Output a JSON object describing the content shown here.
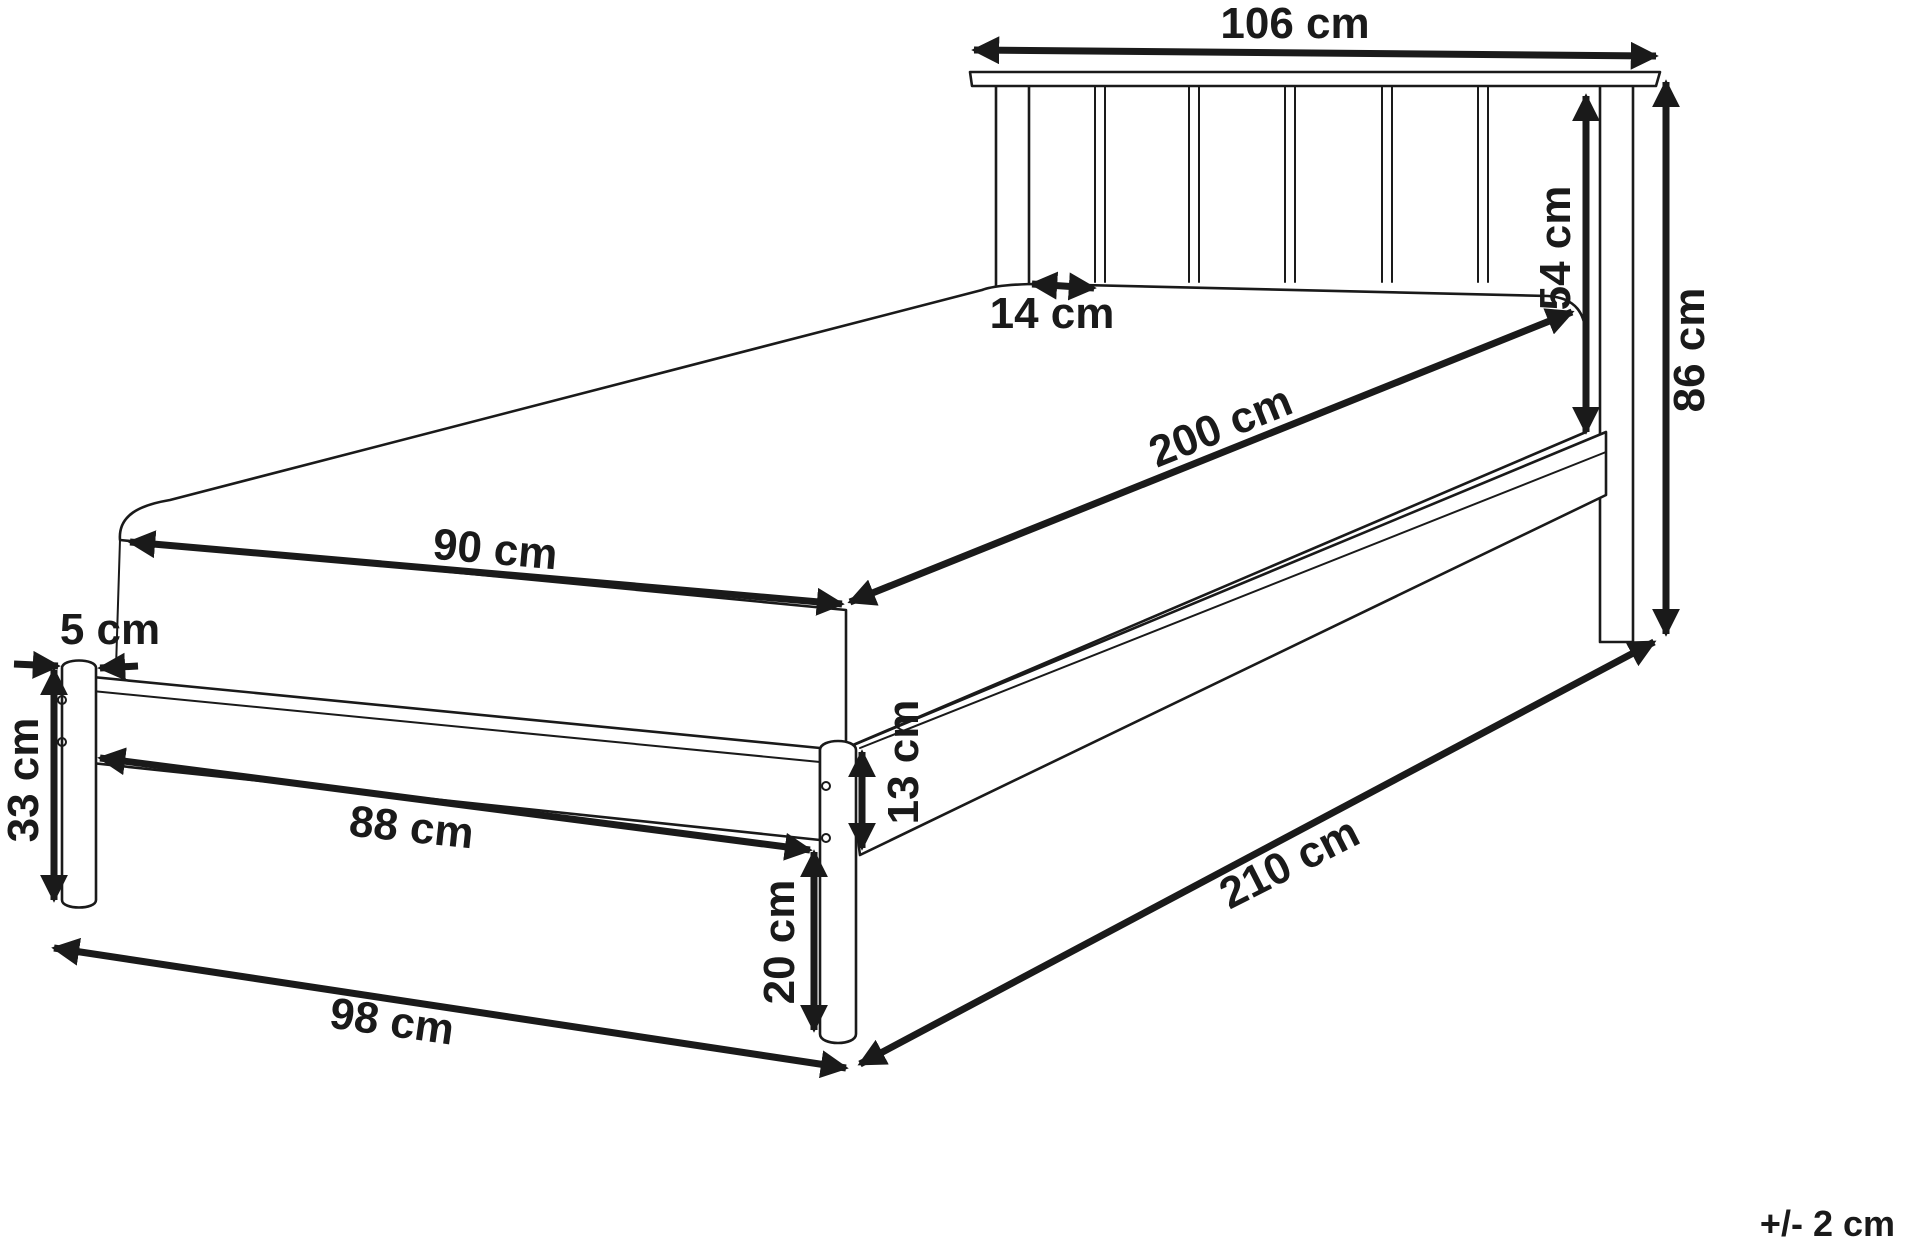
{
  "dimensions": {
    "headboard_width": "106 cm",
    "post_gap": "14 cm",
    "headboard_height": "54 cm",
    "total_height": "86 cm",
    "mattress_length": "200 cm",
    "mattress_width": "90 cm",
    "post_width": "5 cm",
    "rail_height": "13 cm",
    "foot_height": "33 cm",
    "inner_width": "88 cm",
    "leg_height": "20 cm",
    "total_length": "210 cm",
    "total_width": "98 cm"
  },
  "tolerance": "+/- 2 cm"
}
